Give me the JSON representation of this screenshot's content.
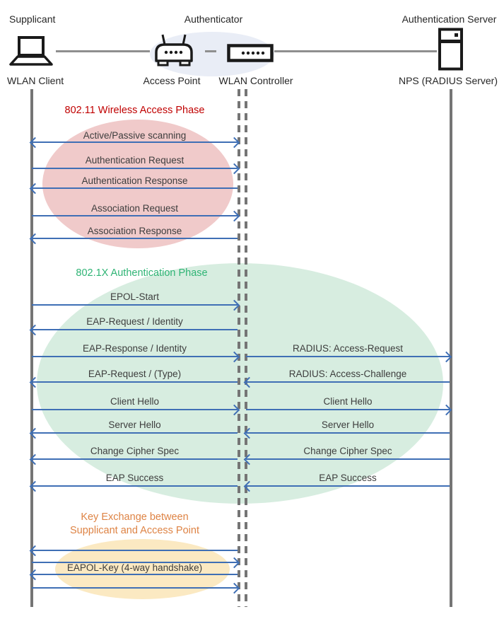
{
  "header": {
    "roles": [
      "Supplicant",
      "Authenticator",
      "Authentication Server"
    ],
    "devices": [
      "WLAN Client",
      "Access Point",
      "WLAN Controller",
      "NPS (RADIUS Server)"
    ],
    "icons": [
      "laptop-icon",
      "access-point-icon",
      "wlan-controller-icon",
      "server-icon"
    ]
  },
  "phases": [
    {
      "title": "802.11 Wireless Access Phase",
      "title_color": "#C00000",
      "ellipse_color": "#F0CACA"
    },
    {
      "title": "802.1X Authentication Phase",
      "title_color": "#2FB475",
      "ellipse_color": "#D7EDE0"
    },
    {
      "title_line1": "Key Exchange between",
      "title_line2": "Supplicant and Access Point",
      "title_color": "#DE8344",
      "ellipse_color": "#FBE9C2"
    }
  ],
  "messages": {
    "phase1": [
      "Active/Passive scanning",
      "Authentication Request",
      "Authentication Response",
      "Association Request",
      "Association Response"
    ],
    "phase2_left": [
      "EPOL-Start",
      "EAP-Request / Identity",
      "EAP-Response / Identity",
      "EAP-Request / (Type)",
      "Client Hello",
      "Server Hello",
      "Change Cipher Spec",
      "EAP Success"
    ],
    "phase2_right": [
      "RADIUS: Access-Request",
      "RADIUS: Access-Challenge",
      "Client Hello",
      "Server Hello",
      "Change Cipher Spec",
      "EAP Success"
    ],
    "phase3": [
      "EAPOL-Key (4-way handshake)"
    ]
  },
  "colors": {
    "arrow": "#3F6FB5",
    "lifeline": "#757575",
    "connector": "#8F8F8F",
    "header_ellipse": "#E9EDF6"
  }
}
